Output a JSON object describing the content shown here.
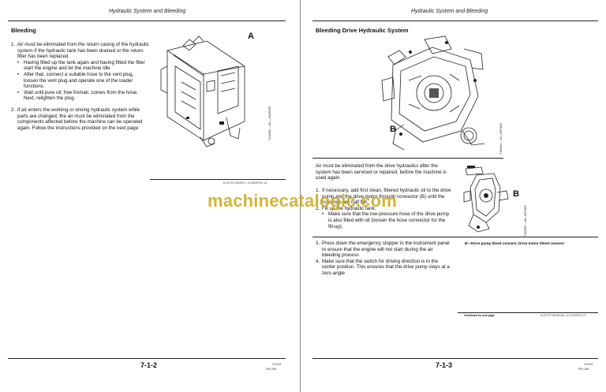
{
  "left_page": {
    "header": "Hydraulic System and Bleeding",
    "section_title": "Bleeding",
    "callout_a": "A",
    "items": [
      {
        "num": "1.",
        "text": "Air must be eliminated from the return casing of the hydraulic system if the hydraulic tank has been drained or the return filter has been replaced.",
        "bullets": [
          "Having filled up the tank again and having fitted the filter start the engine and let the machine idle",
          "After that, connect a suitable hose to the vent plug, loosen the vent plug and operate one of the loader functions.",
          "Wait until pure oil, free fromair, comes from the hose. Next, relighten the plug."
        ]
      },
      {
        "num": "2.",
        "text": "If air enters the working or driving hydraulic system while parts are changed, the air must be eliminated from the components affected before the machine can be operated again. Follow the instructions provided on the next page:",
        "bullets": []
      }
    ],
    "figure_id": "T216800 —UN—26APR95",
    "ref_code": "EL02757,0000B7C ‑19‑08SEP94‑1/1",
    "page_number": "7-1-2",
    "footer_code": "000105",
    "footer_pn": "PN=155"
  },
  "right_page": {
    "header": "Hydraulic System and Bleeding",
    "section_title": "Bleeding Drive Hydraulic System",
    "callout_b": "B",
    "callout_b2": "B",
    "figure1_id": "T165854 —UN‑19FEB93",
    "figure2_id": "T165855 —UN‑19FEB93",
    "intro": "Air must be eliminated from the drive hydraulics after the system has been serviced or repaired, before the machine is used again.",
    "steps": [
      {
        "num": "1.",
        "text": "If necessary, add first clean, filtered hydraulic oil to the drive pump and the drive motor through connector (B) until the housings are half full.",
        "bullets": []
      },
      {
        "num": "2.",
        "text": "Fill up the hydraulic tank.",
        "bullets": [
          "Make sure that the low-pressure hose of the drive pump is also filled with oil (loosen the hose connector for the fill-up)."
        ]
      },
      {
        "num": "3.",
        "text": "Press down the emergency stopper in the instrument panel to ensure that the engine will not start during the air bleeding process",
        "bullets": []
      },
      {
        "num": "4.",
        "text": "Make sure that the switch for driving direction is in the center position. This ensures that the drive pump stays at a zero angle",
        "bullets": []
      }
    ],
    "figure_caption": "B—Drive pump bleed connect, Drive motor bleed connect",
    "continued": "Continued on next page",
    "ref_code": "EL02757,0000B19A ‑19‑21APR92‑1/3",
    "page_number": "7-1-3",
    "footer_code": "000105",
    "footer_pn": "PN=156"
  },
  "watermark": "machinecatalogic.com"
}
